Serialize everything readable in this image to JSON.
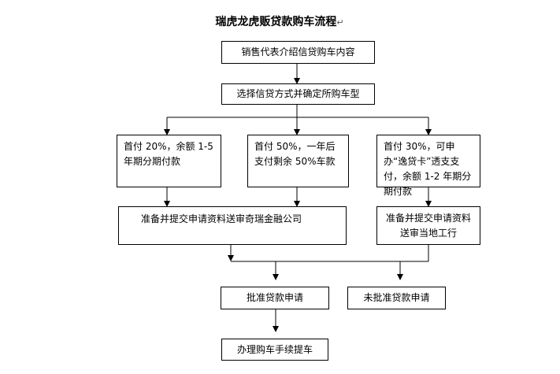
{
  "title": {
    "text": "瑞虎龙虎贩贷款购车流程",
    "return_mark": "↵"
  },
  "steps": {
    "intro": "销售代表介绍信贷购车内容",
    "choose": "选择信贷方式并确定所购车型",
    "option_a": "首付 20%，余额 1-5 年期分期付款",
    "option_b": "首付 50%，一年后支付剩余 50%车款",
    "option_c": "首付 30%，可申办“逸贷卡”透支支付，余额 1-2 年期分期付款",
    "submit_chery": "准备并提交申请资料送审奇瑞金融公司",
    "submit_bank": "准备并提交申请资料送审当地工行",
    "approved": "批准贷款申请",
    "rejected": "未批准贷款申请",
    "finish": "办理购车手续提车"
  }
}
